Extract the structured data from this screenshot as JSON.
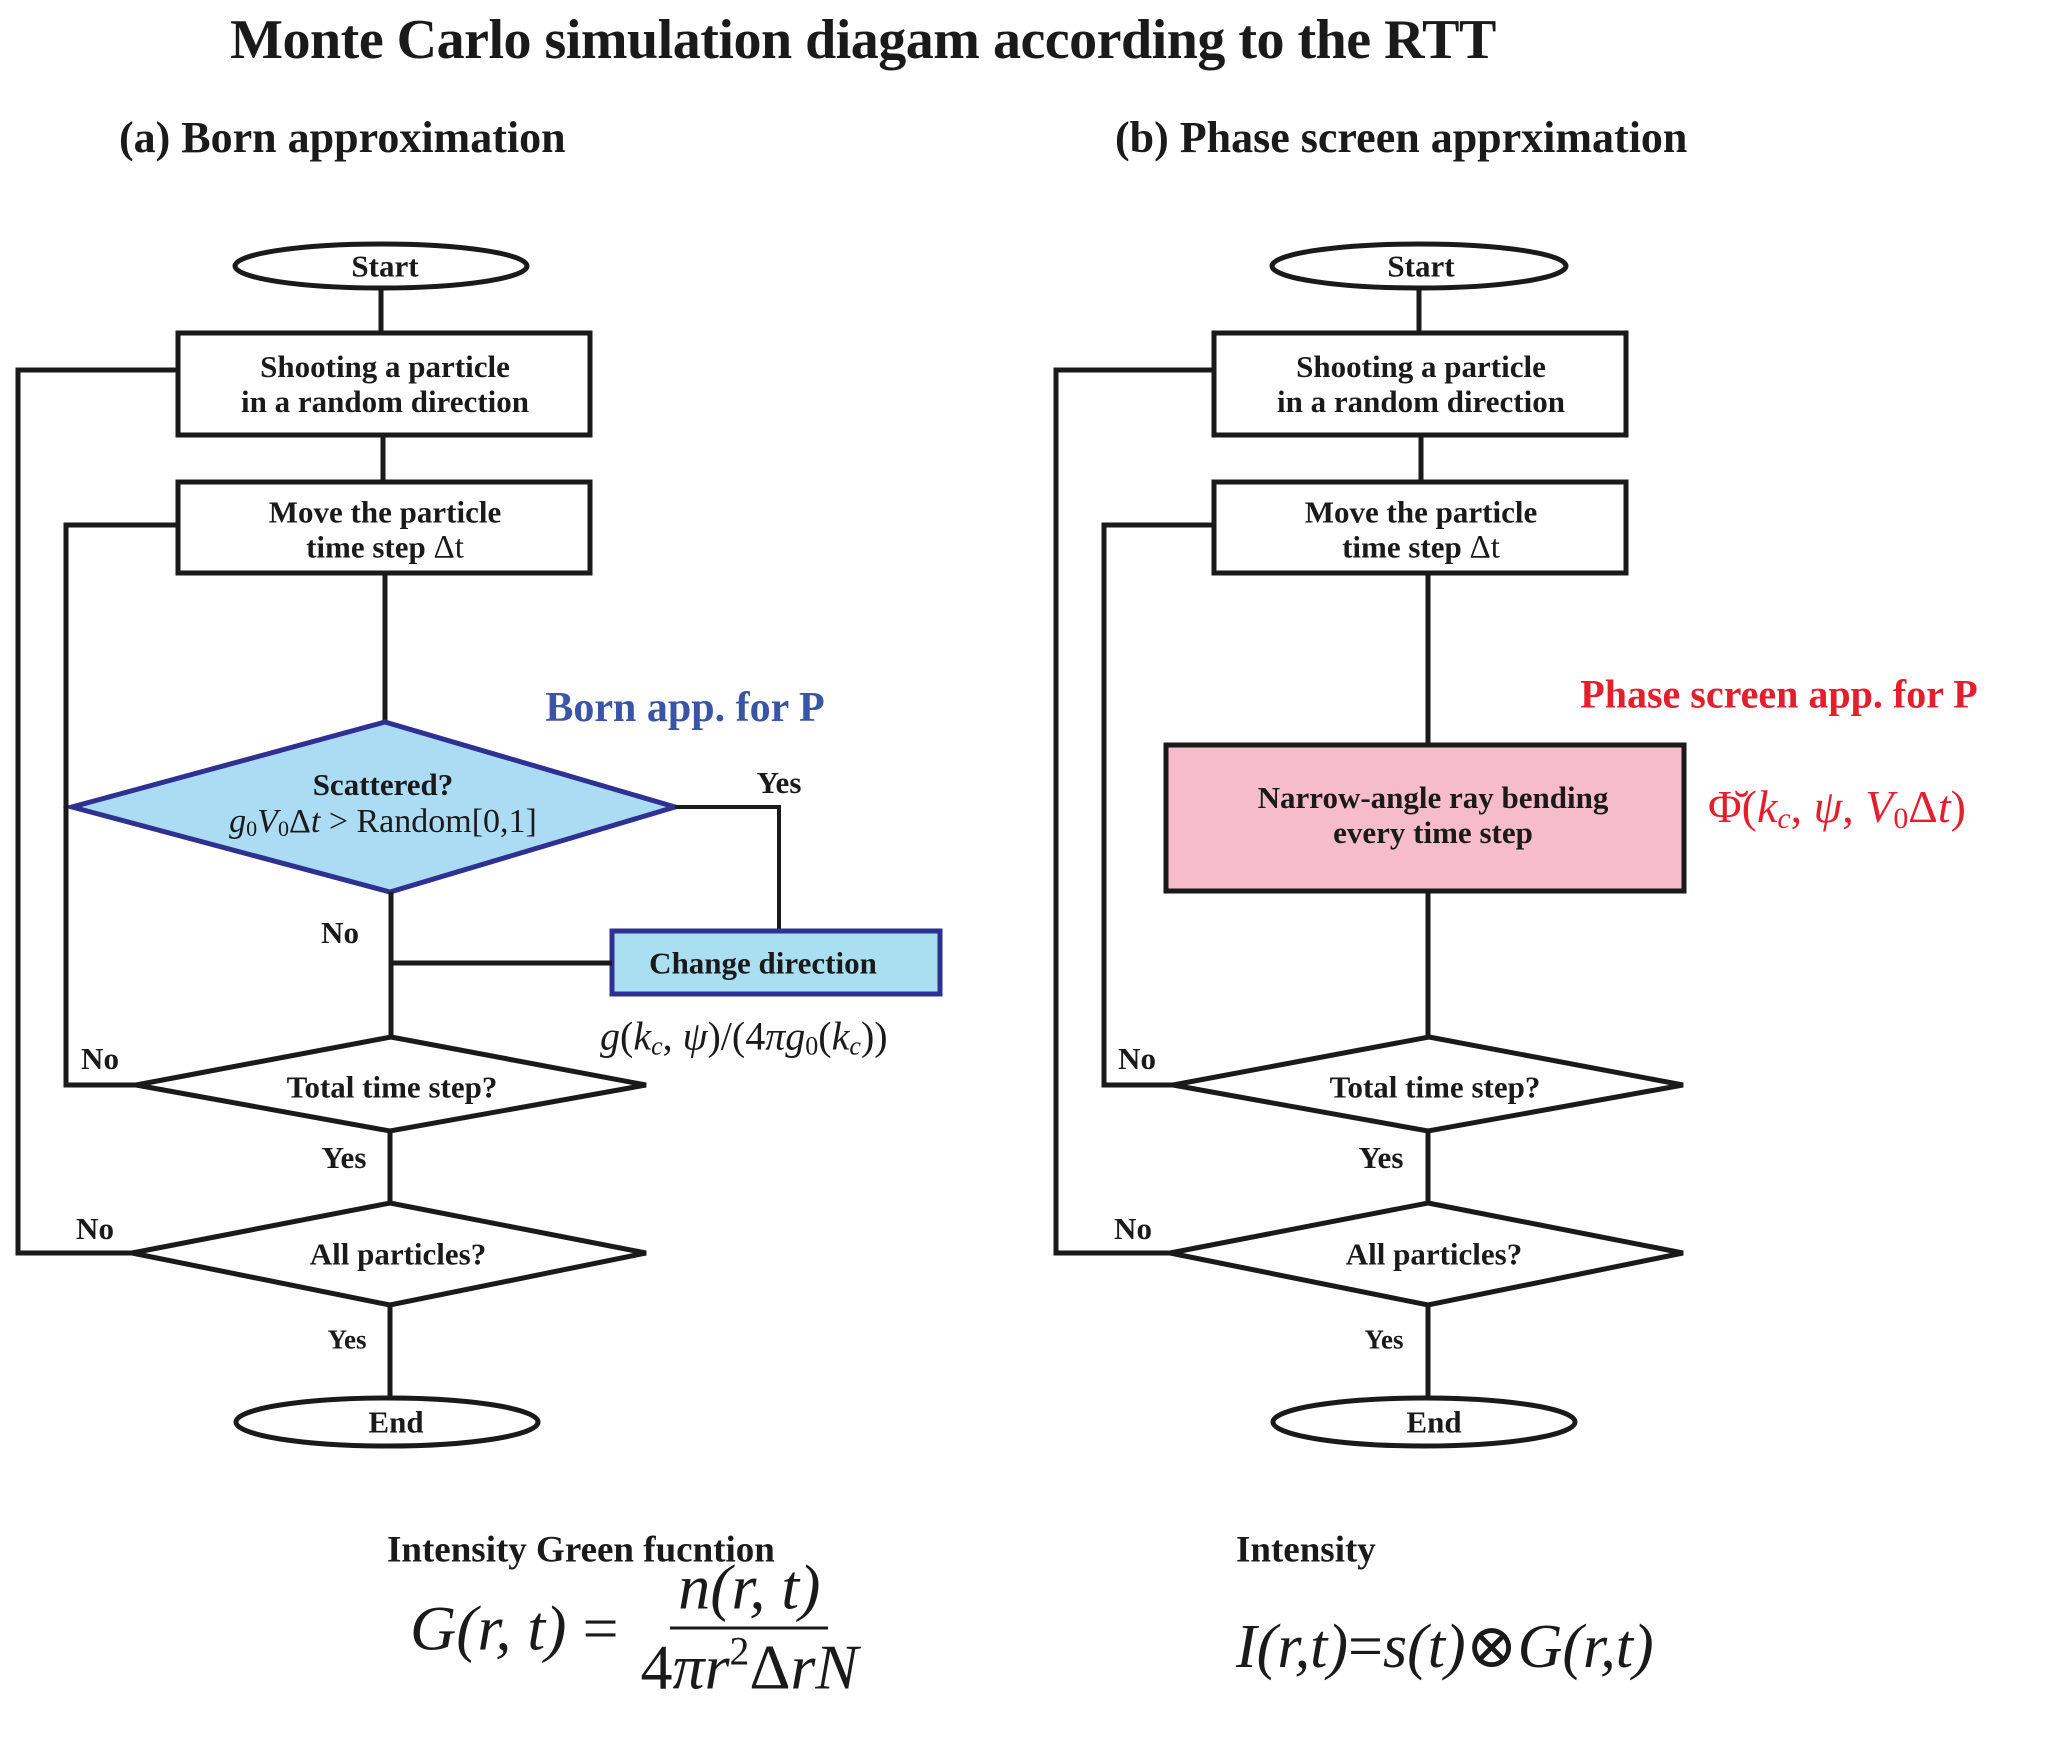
{
  "title": "Monte Carlo simulation diagam according to the RTT",
  "colors": {
    "line": "#1a1a1a",
    "diamond_fill": "#acdcf4",
    "diamond_border": "#2e3192",
    "change_box_fill": "#a9dff0",
    "change_box_border": "#2e3192",
    "pink_box_fill": "#f7bccb",
    "blue_note": "#3a55a4",
    "red_note": "#e31e2d"
  },
  "panel_a": {
    "subtitle": "(a) Born approximation",
    "start": "Start",
    "shoot_line1": "Shooting a particle",
    "shoot_line2": "in a random direction",
    "move_line1": "Move the particle",
    "move_line2_text": "time step ",
    "move_line2_math": "Δt",
    "note": "Born app. for P",
    "scatter_question": "Scattered?",
    "scatter_condition": "g₀V₀Δt > Random[0,1]",
    "yes_scatter": "Yes",
    "no_scatter": "No",
    "change_direction": "Change direction",
    "change_formula": "g(k_c, ψ)/(4πg₀(k_c))",
    "total_question": "Total time step?",
    "no_total": "No",
    "yes_total": "Yes",
    "all_question": "All particles?",
    "no_all": "No",
    "yes_all": "Yes",
    "end": "End"
  },
  "panel_b": {
    "subtitle": "(b) Phase screen apprximation",
    "start": "Start",
    "shoot_line1": "Shooting a particle",
    "shoot_line2": "in a random direction",
    "move_line1": "Move the particle",
    "move_line2_text": "time step ",
    "move_line2_math": "Δt",
    "note": "Phase screen app. for P",
    "bending_line1": "Narrow-angle ray bending",
    "bending_line2": "every time step",
    "bending_formula": "Φ̆(k_c, ψ, V₀Δt)",
    "total_question": "Total time step?",
    "no_total": "No",
    "yes_total": "Yes",
    "all_question": "All particles?",
    "no_all": "No",
    "yes_all": "Yes",
    "end": "End"
  },
  "bottom": {
    "left_label": "Intensity Green fucntion",
    "left_formula": "G(r,t) = n(r,t) / (4πr²ΔrN)",
    "right_label": "Intensity",
    "right_formula": "I(r,t)=s(t)⊗G(r,t)"
  }
}
